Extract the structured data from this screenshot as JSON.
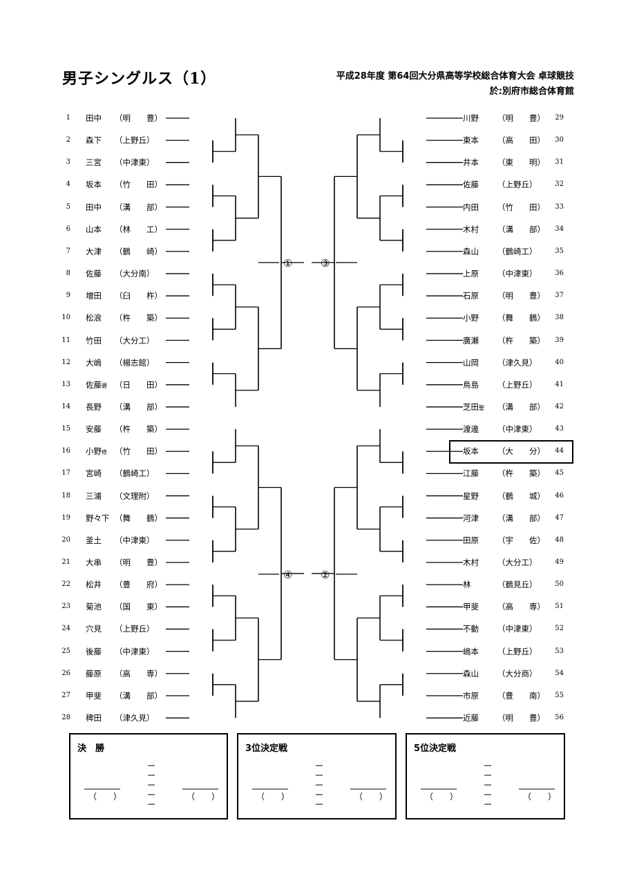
{
  "header": {
    "title": "男子シングルス（1）",
    "event": "平成28年度 第64回大分県高等学校総合体育大会 卓球競技",
    "venue": "於:別府市総合体育館"
  },
  "left_players": [
    {
      "n": "1",
      "name": "田中",
      "sup": "",
      "school": "（明　　豊）"
    },
    {
      "n": "2",
      "name": "森下",
      "sup": "",
      "school": "（上野丘）"
    },
    {
      "n": "3",
      "name": "三宮",
      "sup": "",
      "school": "（中津東）"
    },
    {
      "n": "4",
      "name": "坂本",
      "sup": "",
      "school": "（竹　　田）"
    },
    {
      "n": "5",
      "name": "田中",
      "sup": "",
      "school": "（溝　　部）"
    },
    {
      "n": "6",
      "name": "山本",
      "sup": "",
      "school": "（林　　工）"
    },
    {
      "n": "7",
      "name": "大津",
      "sup": "",
      "school": "（鶴　　崎）"
    },
    {
      "n": "8",
      "name": "佐藤",
      "sup": "",
      "school": "（大分南）"
    },
    {
      "n": "9",
      "name": "増田",
      "sup": "",
      "school": "（臼　　杵）"
    },
    {
      "n": "10",
      "name": "松浪",
      "sup": "",
      "school": "（杵　　築）"
    },
    {
      "n": "11",
      "name": "竹田",
      "sup": "",
      "school": "（大分工）"
    },
    {
      "n": "12",
      "name": "大嶋",
      "sup": "",
      "school": "（楊志館）"
    },
    {
      "n": "13",
      "name": "佐藤",
      "sup": "碧",
      "school": "（日　　田）"
    },
    {
      "n": "14",
      "name": "長野",
      "sup": "",
      "school": "（溝　　部）"
    },
    {
      "n": "15",
      "name": "安藤",
      "sup": "",
      "school": "（杵　　築）"
    },
    {
      "n": "16",
      "name": "小野",
      "sup": "修",
      "school": "（竹　　田）"
    },
    {
      "n": "17",
      "name": "宮崎",
      "sup": "",
      "school": "（鶴崎工）"
    },
    {
      "n": "18",
      "name": "三浦",
      "sup": "",
      "school": "（文理附）"
    },
    {
      "n": "19",
      "name": "野々下",
      "sup": "",
      "school": "（舞　　鶴）"
    },
    {
      "n": "20",
      "name": "釜土",
      "sup": "",
      "school": "（中津東）"
    },
    {
      "n": "21",
      "name": "大串",
      "sup": "",
      "school": "（明　　豊）"
    },
    {
      "n": "22",
      "name": "松井",
      "sup": "",
      "school": "（豊　　府）"
    },
    {
      "n": "23",
      "name": "菊池",
      "sup": "",
      "school": "（国　　東）"
    },
    {
      "n": "24",
      "name": "穴見",
      "sup": "",
      "school": "（上野丘）"
    },
    {
      "n": "25",
      "name": "後藤",
      "sup": "",
      "school": "（中津東）"
    },
    {
      "n": "26",
      "name": "藤原",
      "sup": "",
      "school": "（高　　専）"
    },
    {
      "n": "27",
      "name": "甲斐",
      "sup": "",
      "school": "（溝　　部）"
    },
    {
      "n": "28",
      "name": "稗田",
      "sup": "",
      "school": "（津久見）"
    }
  ],
  "right_players": [
    {
      "n": "29",
      "name": "川野",
      "sup": "",
      "school": "（明　　豊）"
    },
    {
      "n": "30",
      "name": "東本",
      "sup": "",
      "school": "（高　　田）"
    },
    {
      "n": "31",
      "name": "井本",
      "sup": "",
      "school": "（東　　明）"
    },
    {
      "n": "32",
      "name": "佐藤",
      "sup": "",
      "school": "（上野丘）"
    },
    {
      "n": "33",
      "name": "内田",
      "sup": "",
      "school": "（竹　　田）"
    },
    {
      "n": "34",
      "name": "木村",
      "sup": "",
      "school": "（溝　　部）"
    },
    {
      "n": "35",
      "name": "森山",
      "sup": "",
      "school": "（鶴崎工）"
    },
    {
      "n": "36",
      "name": "上原",
      "sup": "",
      "school": "（中津東）"
    },
    {
      "n": "37",
      "name": "石原",
      "sup": "",
      "school": "（明　　豊）"
    },
    {
      "n": "38",
      "name": "小野",
      "sup": "",
      "school": "（舞　　鶴）"
    },
    {
      "n": "39",
      "name": "廣瀬",
      "sup": "",
      "school": "（杵　　築）"
    },
    {
      "n": "40",
      "name": "山岡",
      "sup": "",
      "school": "（津久見）"
    },
    {
      "n": "41",
      "name": "鳥島",
      "sup": "",
      "school": "（上野丘）"
    },
    {
      "n": "42",
      "name": "芝田",
      "sup": "聖",
      "school": "（溝　　部）"
    },
    {
      "n": "43",
      "name": "渡邊",
      "sup": "",
      "school": "（中津東）"
    },
    {
      "n": "44",
      "name": "坂本",
      "sup": "",
      "school": "（大　　分）"
    },
    {
      "n": "45",
      "name": "江藤",
      "sup": "",
      "school": "（杵　　築）"
    },
    {
      "n": "46",
      "name": "星野",
      "sup": "",
      "school": "（鶴　　城）"
    },
    {
      "n": "47",
      "name": "河津",
      "sup": "",
      "school": "（溝　　部）"
    },
    {
      "n": "48",
      "name": "田原",
      "sup": "",
      "school": "（宇　　佐）"
    },
    {
      "n": "49",
      "name": "木村",
      "sup": "",
      "school": "（大分工）"
    },
    {
      "n": "50",
      "name": "林",
      "sup": "",
      "school": "（鶴見丘）"
    },
    {
      "n": "51",
      "name": "甲斐",
      "sup": "",
      "school": "（高　　専）"
    },
    {
      "n": "52",
      "name": "不動",
      "sup": "",
      "school": "（中津東）"
    },
    {
      "n": "53",
      "name": "嶋本",
      "sup": "",
      "school": "（上野丘）"
    },
    {
      "n": "54",
      "name": "森山",
      "sup": "",
      "school": "（大分商）"
    },
    {
      "n": "55",
      "name": "市原",
      "sup": "",
      "school": "（豊　　南）"
    },
    {
      "n": "56",
      "name": "近藤",
      "sup": "",
      "school": "（明　　豊）"
    }
  ],
  "pool_labels": {
    "p1": "①",
    "p2": "②",
    "p3": "③",
    "p4": "④"
  },
  "result_boxes": [
    {
      "title": "決　勝"
    },
    {
      "title": "3位決定戦"
    },
    {
      "title": "5位決定戦"
    }
  ],
  "paren_text": "（　　）"
}
